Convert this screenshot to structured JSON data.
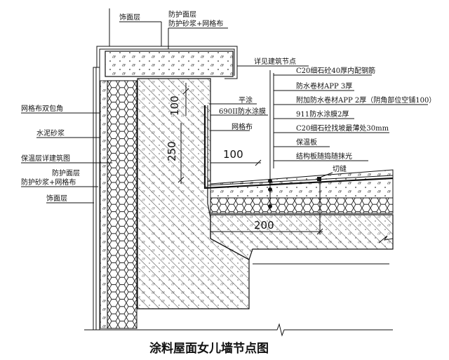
{
  "title": "涂料屋面女儿墙节点图",
  "labels_top": {
    "finish_layer": "饰面层",
    "protective_layer": "防护面层",
    "protective_mortar_mesh": "防护砂浆+网格布"
  },
  "labels_left": {
    "mesh_double_wrap": "网格布双包角",
    "cement_mortar": "水泥砂浆",
    "insulation_ref": "保温层详建筑图",
    "protective_layer": "防护面层",
    "protective_mortar_mesh": "防护砂浆+网格布",
    "finish_layer": "饰面层"
  },
  "labels_mid": {
    "see_building_node": "详见建筑节点",
    "flat_coating": "平涂",
    "waterproof_coating_690": "690II防水涂膜",
    "mesh": "网格布"
  },
  "labels_right": {
    "c20_40_rebar": "C20细石砼40厚内配钢筋",
    "membrane_app3": "防水卷材APP 3厚",
    "additional_app2": "附加防水卷材APP 2厚（阴角部位空铺100）",
    "waterproof_911": "911防水涂膜2厚",
    "c20_slope": "C20细石砼找坡最薄处30mm",
    "insulation_board": "保温板",
    "slab_finish": "结构板随捣随抹光",
    "cut_joint": "切缝"
  },
  "dimensions": {
    "d100_horizontal": "100",
    "d100_vertical": "100",
    "d250": "250",
    "d200": "200"
  }
}
